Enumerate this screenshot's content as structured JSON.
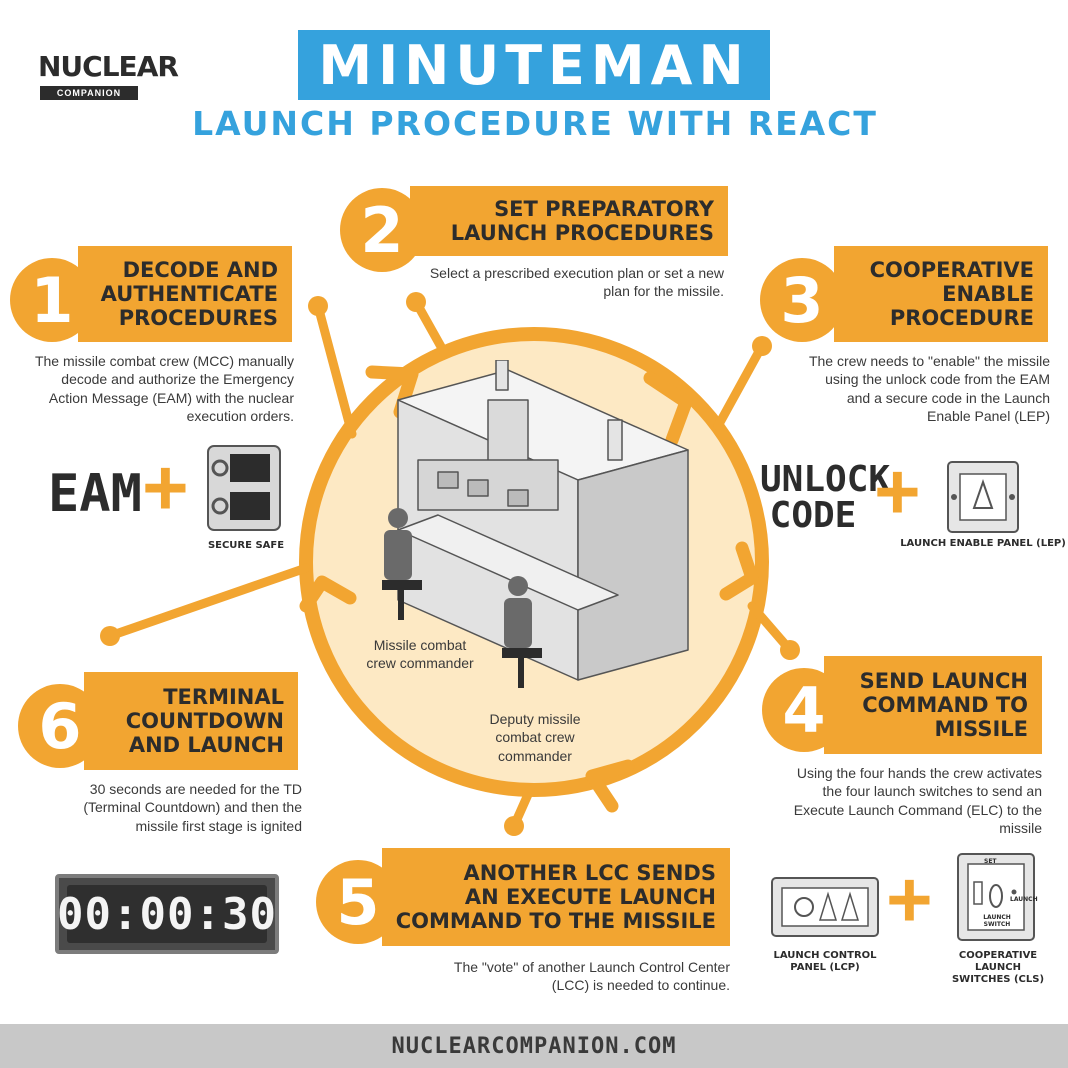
{
  "brand": {
    "name": "NUCLEAR",
    "sub": "COMPANION"
  },
  "header": {
    "title": "MINUTEMAN",
    "subtitle": "LAUNCH PROCEDURE WITH REACT"
  },
  "steps": [
    {
      "number": "1",
      "title": "DECODE AND\nAUTHENTICATE\nPROCEDURES",
      "desc": "The missile combat crew (MCC) manually decode and authorize the Emergency Action Message (EAM) with the nuclear execution orders."
    },
    {
      "number": "2",
      "title": "SET PREPARATORY\nLAUNCH PROCEDURES",
      "desc": "Select a prescribed execution plan or set a new plan for the missile."
    },
    {
      "number": "3",
      "title": "COOPERATIVE\nENABLE\nPROCEDURE",
      "desc": "The crew needs to \"enable\" the missile using the unlock code from the EAM and a secure code in the Launch Enable Panel (LEP)"
    },
    {
      "number": "4",
      "title": "SEND LAUNCH\nCOMMAND TO\nMISSILE",
      "desc": "Using the four hands the crew activates the four launch switches to send an Execute Launch Command (ELC) to the missile"
    },
    {
      "number": "5",
      "title": "ANOTHER LCC SENDS\nAN EXECUTE LAUNCH\nCOMMAND TO THE MISSILE",
      "desc": "The \"vote\" of another Launch Control Center (LCC) is needed to continue."
    },
    {
      "number": "6",
      "title": "TERMINAL\nCOUNTDOWN\nAND LAUNCH",
      "desc": "30 seconds are needed for the TD (Terminal Countdown) and then the missile first stage is ignited"
    }
  ],
  "items": {
    "eam": "EAM",
    "secure_safe": "SECURE SAFE",
    "unlock_code_1": "UNLOCK",
    "unlock_code_2": "CODE",
    "lep": "LAUNCH ENABLE PANEL (LEP)",
    "lcp_1": "LAUNCH CONTROL",
    "lcp_2": "PANEL (LCP)",
    "cls_1": "COOPERATIVE LAUNCH",
    "cls_2": "SWITCHES (CLS)",
    "switch_set": "SET",
    "switch_launch": "LAUNCH",
    "switch_launch_switch_1": "LAUNCH",
    "switch_launch_switch_2": "SWITCH",
    "timer": "00:00:30",
    "plus": "+"
  },
  "crew": {
    "commander_1": "Missile combat",
    "commander_2": "crew commander",
    "deputy_1": "Deputy missile",
    "deputy_2": "combat crew",
    "deputy_3": "commander"
  },
  "footer": {
    "url": "NUCLEARCOMPANION.COM"
  },
  "colors": {
    "orange": "#f2a531",
    "blue": "#35a2dd",
    "dark": "#2c2c2c",
    "cream": "#fde9c4"
  }
}
